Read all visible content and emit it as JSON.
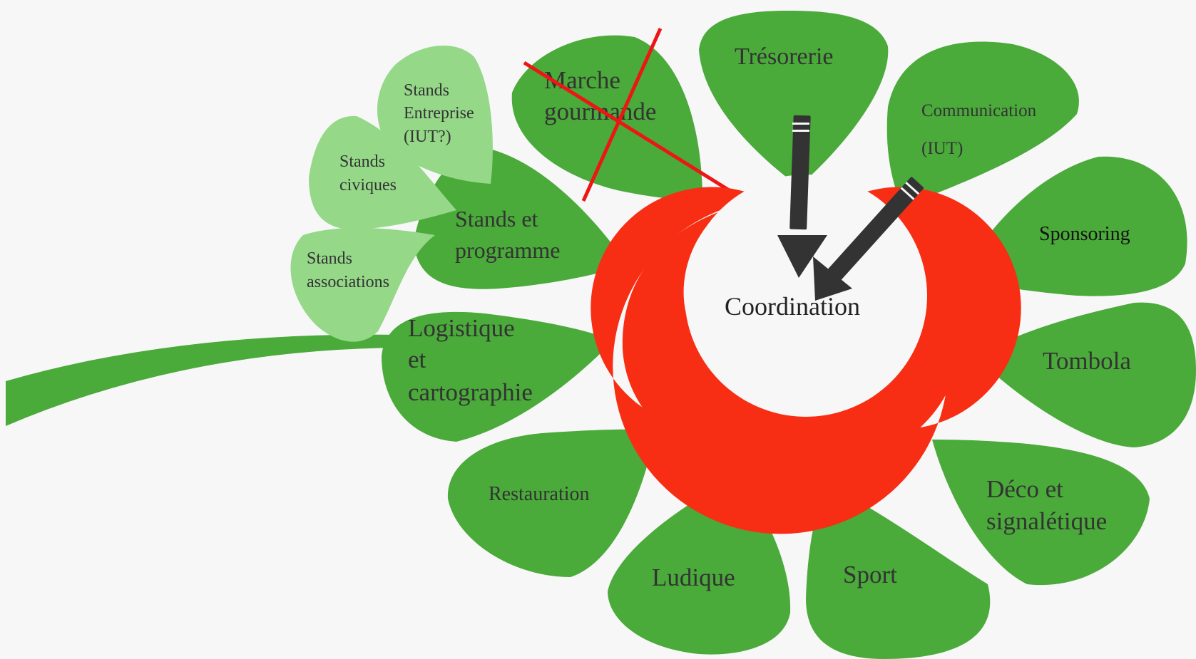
{
  "center": {
    "label": "Coordination"
  },
  "petals": {
    "tresorerie": [
      "Trésorerie"
    ],
    "communication": [
      "Communication",
      "(IUT)"
    ],
    "sponsoring": [
      "Sponsoring"
    ],
    "tombola": [
      "Tombola"
    ],
    "deco": [
      "Déco et",
      "signalétique"
    ],
    "sport": [
      "Sport"
    ],
    "ludique": [
      "Ludique"
    ],
    "restauration": [
      "Restauration"
    ],
    "logistique": [
      "Logistique",
      "et",
      "cartographie"
    ],
    "stands": [
      "Stands et",
      "programme"
    ],
    "marche": [
      "Marche",
      "gourmande"
    ]
  },
  "sub_leaves": {
    "entreprise": [
      "Stands",
      "Entreprise",
      "(IUT?)"
    ],
    "civiques": [
      "Stands",
      "civiques"
    ],
    "associations": [
      "Stands",
      "associations"
    ]
  },
  "crossed_out": "marche",
  "colors": {
    "background": "#f7f7f7",
    "petal": "#4aaa3a",
    "sub_leaf": "#94d888",
    "center_ring": "#f72e14",
    "cross": "#ee1515",
    "arrow": "#333333",
    "text": "#333333"
  }
}
